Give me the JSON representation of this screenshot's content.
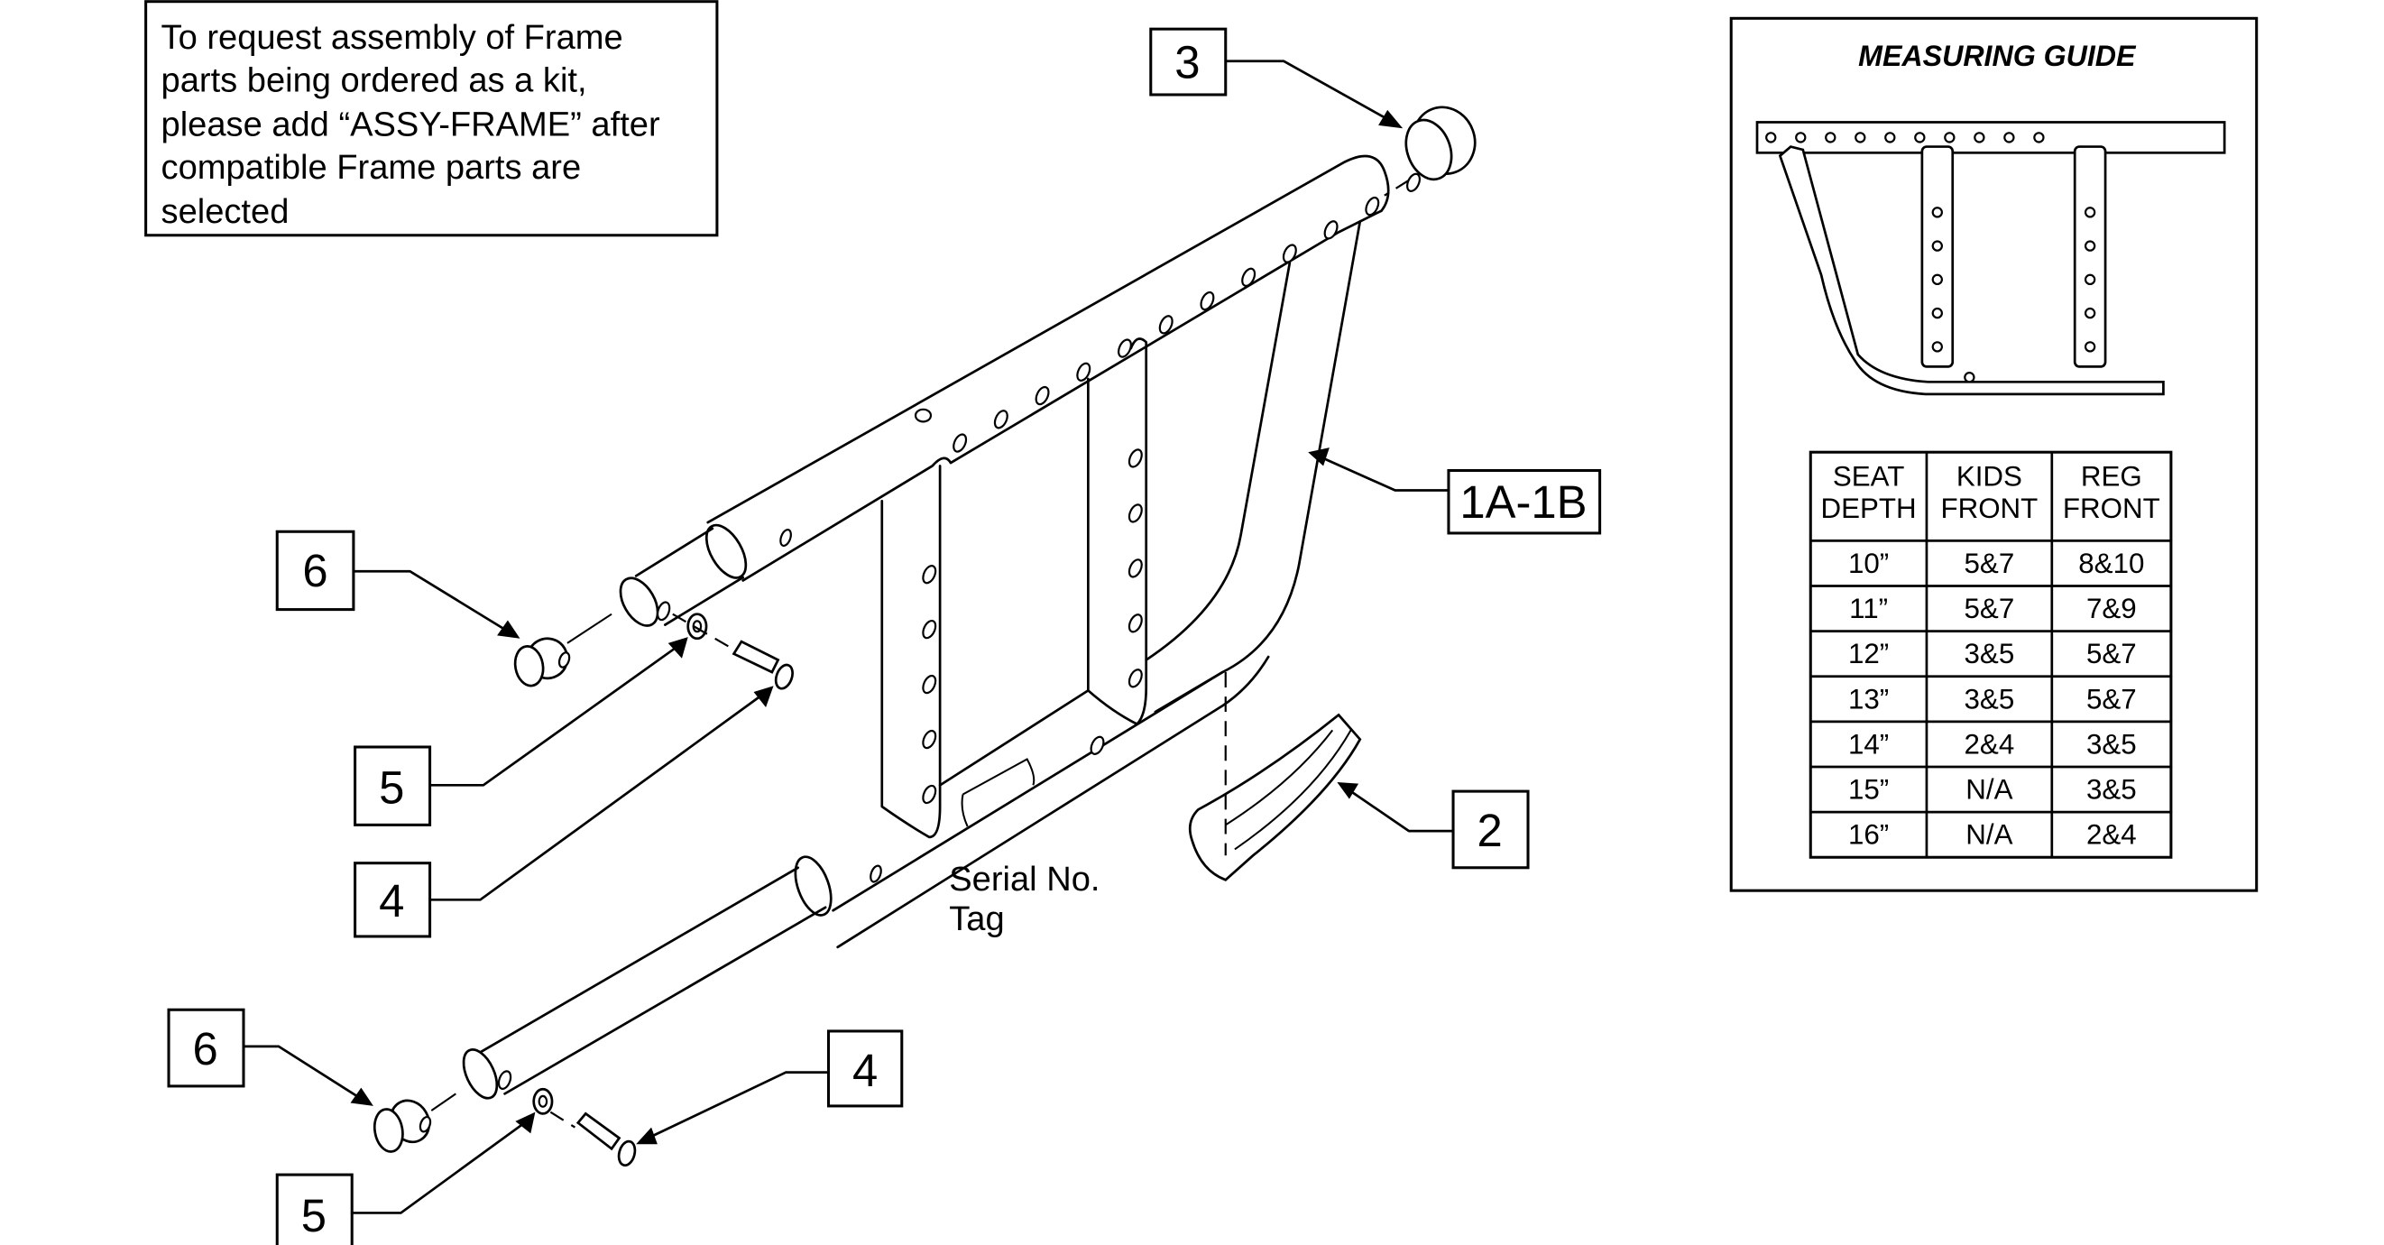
{
  "note": {
    "lines": [
      "To request assembly of Frame",
      "parts being ordered as a kit,",
      "please add “ASSY-FRAME” after",
      "compatible Frame parts are",
      "selected"
    ]
  },
  "callouts": {
    "part_3": "3",
    "part_1a_1b": "1A-1B",
    "part_6_upper": "6",
    "part_5_upper": "5",
    "part_4_upper": "4",
    "part_2": "2",
    "part_6_lower": "6",
    "part_4_lower": "4",
    "part_5_lower": "5"
  },
  "serial_tag": {
    "line1": "Serial No.",
    "line2": "Tag"
  },
  "measuring_guide": {
    "title": "MEASURING GUIDE",
    "table": {
      "headers": [
        [
          "SEAT",
          "DEPTH"
        ],
        [
          "KIDS",
          "FRONT"
        ],
        [
          "REG",
          "FRONT"
        ]
      ],
      "rows": [
        [
          "10”",
          "5&7",
          "8&10"
        ],
        [
          "11”",
          "5&7",
          "7&9"
        ],
        [
          "12”",
          "3&5",
          "5&7"
        ],
        [
          "13”",
          "3&5",
          "5&7"
        ],
        [
          "14”",
          "2&4",
          "3&5"
        ],
        [
          "15”",
          "N/A",
          "3&5"
        ],
        [
          "16”",
          "N/A",
          "2&4"
        ]
      ]
    }
  }
}
